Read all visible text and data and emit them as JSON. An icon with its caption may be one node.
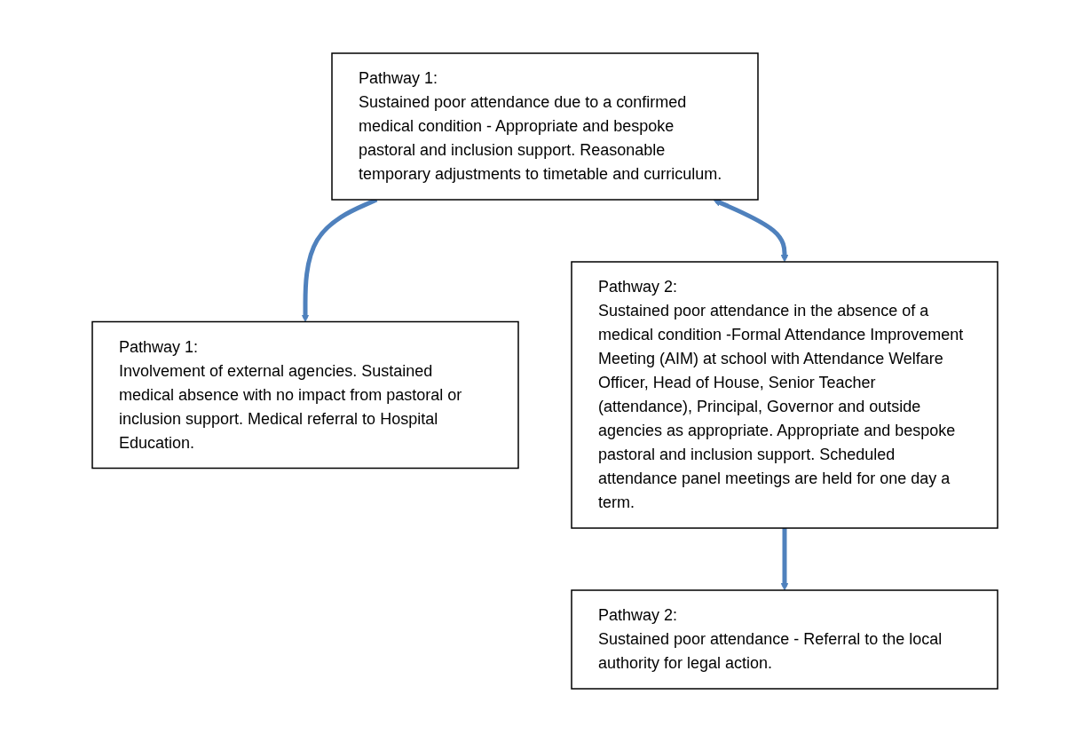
{
  "diagram": {
    "nodes": [
      {
        "text": [
          "Pathway 1:",
          "Sustained poor attendance due to a confirmed medical condition - Appropriate and bespoke pastoral and inclusion support. Reasonable temporary adjustments to timetable and curriculum."
        ]
      },
      {
        "text": [
          "Pathway 1:",
          "Involvement of external agencies. Sustained medical absence with no impact from pastoral or inclusion support. Medical referral to Hospital Education."
        ]
      },
      {
        "text": [
          "Pathway 2:",
          "Sustained poor attendance in the absence of a medical condition -Formal Attendance Improvement Meeting (AIM) at school with Attendance Welfare Officer, Head of House, Senior Teacher (attendance), Principal, Governor and outside agencies as appropriate. Appropriate and bespoke pastoral and inclusion support. Scheduled attendance panel meetings are held for one day a term."
        ]
      },
      {
        "text": [
          "Pathway 2:",
          "Sustained poor attendance - Referral to the local authority for legal action."
        ]
      }
    ],
    "edges": [
      {
        "from": 0,
        "to": 2,
        "arrow": "both"
      },
      {
        "from": 0,
        "to": 1,
        "arrow": "to"
      },
      {
        "from": 2,
        "to": 3,
        "arrow": "to"
      }
    ]
  }
}
